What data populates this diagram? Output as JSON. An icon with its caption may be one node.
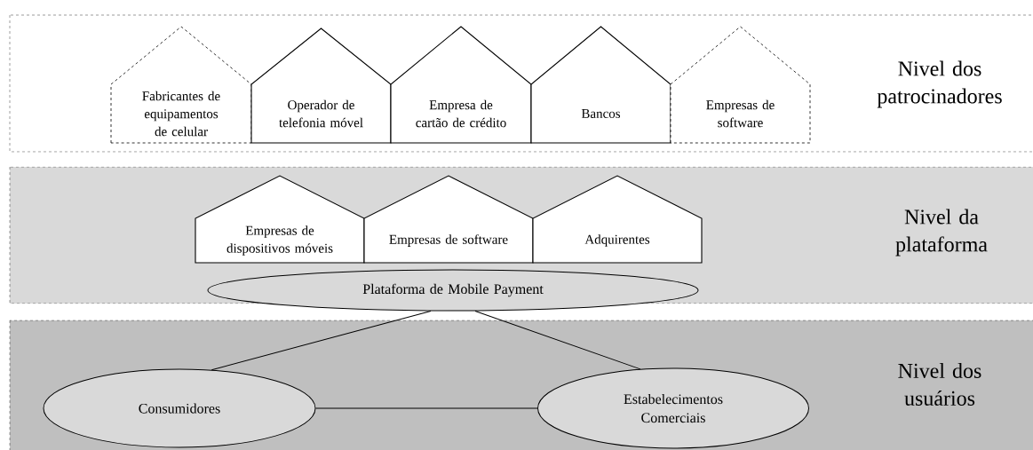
{
  "diagram": {
    "nodes": [
      {
        "text": [
          "Nivel dos patrocinadores"
        ]
      },
      {
        "text": [
          "Fabricantes de equipamentos de celular"
        ],
        "in": 0
      },
      {
        "text": [
          "Operador de telefonia móvel"
        ],
        "in": 0
      },
      {
        "text": [
          "Empresa de cartão de crédito"
        ],
        "in": 0
      },
      {
        "text": [
          "Bancos"
        ],
        "in": 0
      },
      {
        "text": [
          "Empresas de software"
        ],
        "in": 0
      },
      {
        "text": [
          "Nivel da plataforma"
        ]
      },
      {
        "text": [
          "Empresas de dispositivos móveis"
        ],
        "in": 6
      },
      {
        "text": [
          "Empresas de software"
        ],
        "in": 6
      },
      {
        "text": [
          "Adquirentes"
        ],
        "in": 6
      },
      {
        "text": [
          "Plataforma de Mobile Payment"
        ],
        "in": 6
      },
      {
        "text": [
          "Nivel dos usuários"
        ]
      },
      {
        "text": [
          "Consumidores"
        ],
        "in": 11
      },
      {
        "text": [
          "Estabelecimentos Comerciais"
        ],
        "in": 11
      }
    ],
    "edges": [
      {
        "from": 10,
        "to": 12,
        "arrow": "none"
      },
      {
        "from": 10,
        "to": 13,
        "arrow": "none"
      },
      {
        "from": 12,
        "to": 13,
        "arrow": "none"
      }
    ]
  }
}
